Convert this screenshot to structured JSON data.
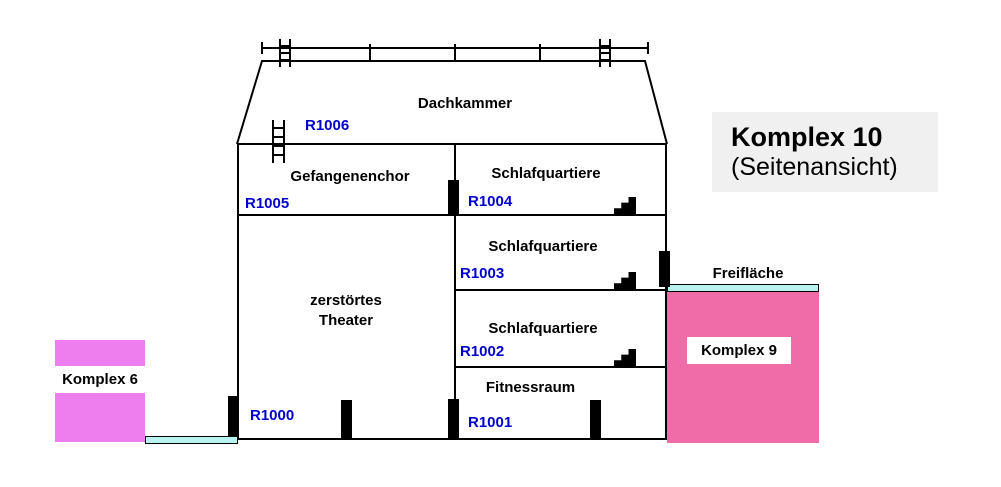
{
  "title": {
    "line1": "Komplex 10",
    "line2": "(Seitenansicht)"
  },
  "building": {
    "dachkammer": {
      "label": "Dachkammer",
      "room_id": "R1006"
    },
    "gefangenenchor": {
      "label": "Gefangenenchor",
      "room_id": "R1005"
    },
    "schlafquartiere_top": {
      "label": "Schlafquartiere",
      "room_id": "R1004"
    },
    "schlafquartiere_mid": {
      "label": "Schlafquartiere",
      "room_id": "R1003"
    },
    "schlafquartiere_low": {
      "label": "Schlafquartiere",
      "room_id": "R1002"
    },
    "fitnessraum": {
      "label": "Fitnessraum",
      "room_id": "R1001"
    },
    "theater": {
      "label_line1": "zerstörtes",
      "label_line2": "Theater",
      "room_id": "R1000"
    }
  },
  "neighbors": {
    "komplex6_label": "Komplex 6",
    "komplex9_label": "Komplex 9",
    "freiflaeche_label": "Freifläche"
  },
  "icons": {
    "ladder": "css/svg ladder shape",
    "stairs": "css step polygon",
    "door": "black rectangle marker",
    "railing": "svg line with posts"
  },
  "colors": {
    "room_id_blue": "#0000CC",
    "komplex6_fill": "#EE7DEE",
    "komplex9_fill": "#F06CA8",
    "walkway_cyan": "#B8F2F0",
    "titlebox_bg": "#F0F0F0"
  }
}
